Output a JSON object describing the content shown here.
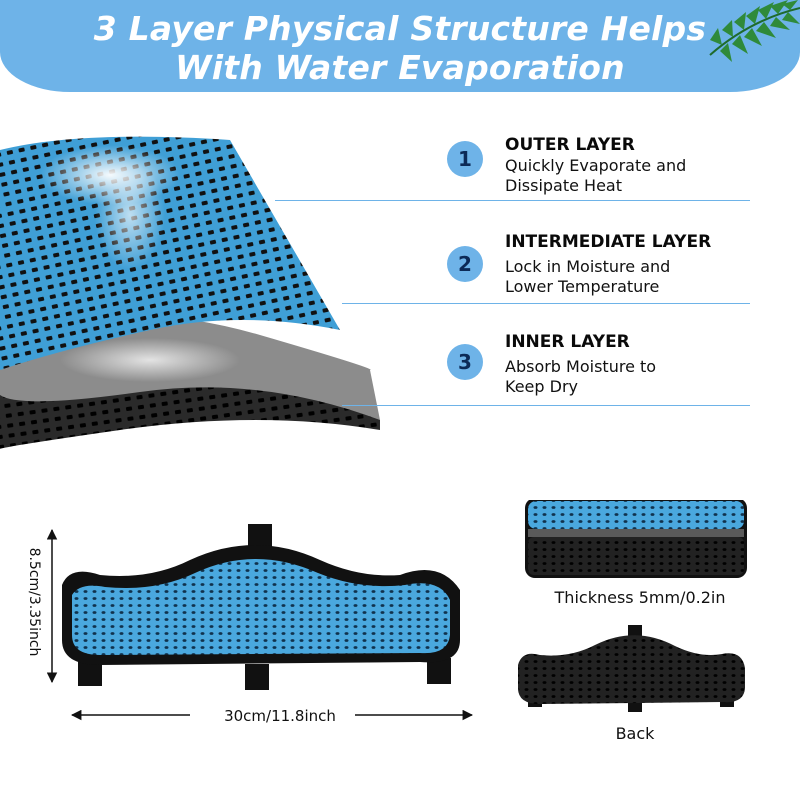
{
  "header": {
    "title_line1": "3 Layer Physical Structure Helps",
    "title_line2": "With Water Evaporation"
  },
  "layers": [
    {
      "number": "1",
      "title": "OUTER LAYER",
      "desc_line1": "Quickly Evaporate and",
      "desc_line2": "Dissipate Heat"
    },
    {
      "number": "2",
      "title": "INTERMEDIATE LAYER",
      "desc_line1": "Lock in Moisture and",
      "desc_line2": "Lower Temperature"
    },
    {
      "number": "3",
      "title": "INNER LAYER",
      "desc_line1": "Absorb Moisture to",
      "desc_line2": "Keep Dry"
    }
  ],
  "dimensions": {
    "height": "8.5cm/3.35inch",
    "width": "30cm/11.8inch",
    "thickness": "Thickness 5mm/0.2in",
    "back_caption": "Back"
  },
  "colors": {
    "accent_blue": "#6eb3e8",
    "mesh_blue": "#3f9fd6",
    "mid_gray": "#8c8c8c",
    "black": "#1a1a1a"
  },
  "icons": [
    "palm-leaf-icon",
    "steam-icon",
    "arrow-icon"
  ]
}
